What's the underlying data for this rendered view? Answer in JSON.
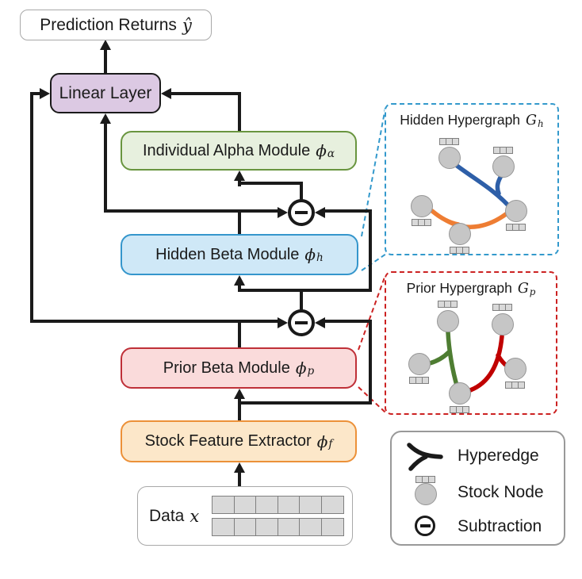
{
  "flow": {
    "prediction": {
      "label": "Prediction Returns",
      "symbol": "ŷ"
    },
    "linear_layer": {
      "label": "Linear Layer"
    },
    "alpha_module": {
      "label": "Individual Alpha Module",
      "symbol": "ϕ",
      "subscript": "α"
    },
    "hidden_beta_module": {
      "label": "Hidden Beta Module",
      "symbol": "ϕ",
      "subscript": "h"
    },
    "prior_beta_module": {
      "label": "Prior Beta Module",
      "symbol": "ϕ",
      "subscript": "p"
    },
    "feature_extractor": {
      "label": "Stock Feature Extractor",
      "symbol": "ϕ",
      "subscript": "f"
    },
    "data_box": {
      "label": "Data",
      "symbol": "x"
    }
  },
  "hypergraph_panels": {
    "hidden": {
      "title": "Hidden Hypergraph",
      "symbol": "G",
      "subscript": "h"
    },
    "prior": {
      "title": "Prior Hypergraph",
      "symbol": "G",
      "subscript": "p"
    }
  },
  "legend": {
    "items": [
      {
        "label": "Hyperedge"
      },
      {
        "label": "Stock Node"
      },
      {
        "label": "Subtraction"
      }
    ]
  },
  "colors": {
    "line": "#1a1a1a",
    "edge_blue": "#2e5fa8",
    "edge_orange": "#ee7d33",
    "edge_green": "#4e7d32",
    "edge_red": "#c00000",
    "callout_blue": "#3399cc",
    "callout_red": "#cc2222",
    "box_linear_fill": "#dcc9e3",
    "box_alpha_fill": "#e7f0de",
    "box_hidden_fill": "#cfe8f7",
    "box_prior_fill": "#fadbdb",
    "box_extractor_fill": "#fce7c9",
    "node_fill": "#c6c6c6"
  }
}
